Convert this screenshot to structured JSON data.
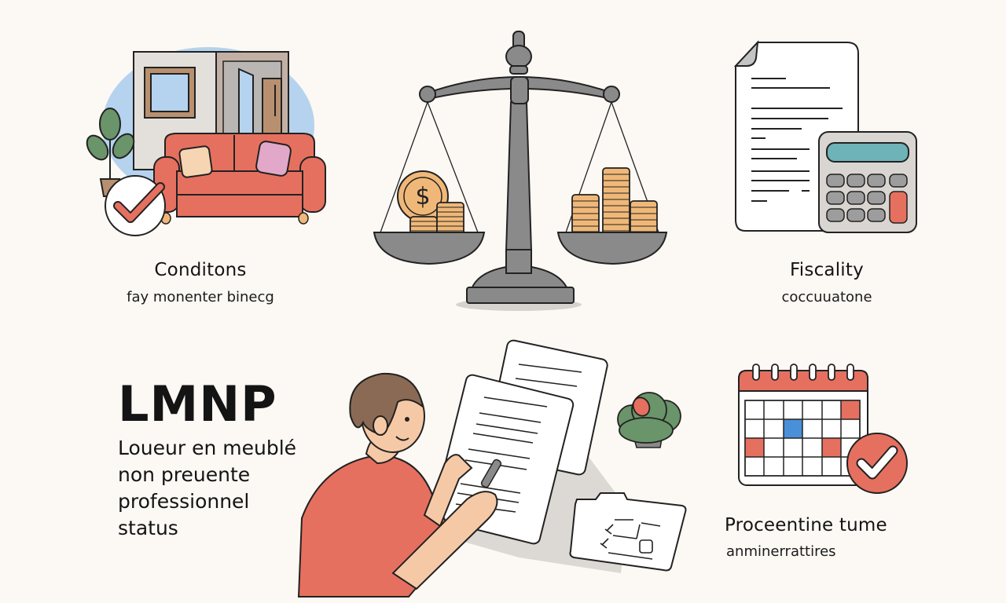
{
  "panels": {
    "conditions": {
      "title": "Conditons",
      "subtitle": "fay monenter binecg",
      "icons": [
        "furnished-room",
        "sofa",
        "plant",
        "check-badge"
      ]
    },
    "balance": {
      "icons": [
        "balance-scale",
        "dollar-coin",
        "coin-stacks"
      ]
    },
    "fiscality": {
      "title": "Fiscality",
      "subtitle": "coccuuatone",
      "icons": [
        "document",
        "calculator"
      ]
    },
    "lmnp": {
      "title": "LMNP",
      "lines": [
        "Loueur en meublé",
        "non preuente",
        "professionnel",
        "status"
      ]
    },
    "signing": {
      "icons": [
        "person-signing",
        "documents",
        "pen",
        "plant",
        "checklist-folder"
      ]
    },
    "procedure": {
      "title": "Proceentine tume",
      "subtitle": "anminerrattires",
      "icons": [
        "calendar",
        "check-badge"
      ]
    }
  },
  "colors": {
    "background": "#fcf8f4",
    "coral": "#e6705f",
    "gold": "#f0b878",
    "grey": "#8a8a8a",
    "blue": "#4a90d9",
    "sky": "#b5d3ee",
    "green": "#6a9469"
  }
}
